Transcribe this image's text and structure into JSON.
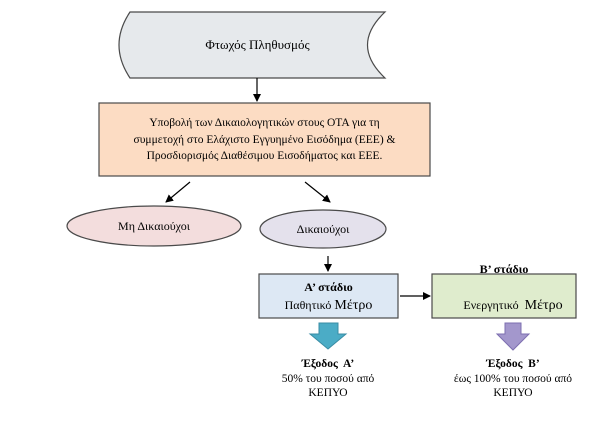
{
  "diagram": {
    "start_node": {
      "label": "Φτωχός Πληθυσμός"
    },
    "process_node": {
      "line1": "Υποβολή των Δικαιολογητικών  στους ΟΤΑ για τη",
      "line2": "συμμετοχή  στο Ελάχιστο Εγγυημένο Εισόδημα (ΕΕΕ)  &",
      "line3": "Προσδιορισμός  Διαθέσιμου Εισοδήματος και ΕΕΕ."
    },
    "not_eligible_node": {
      "label": "Μη Δικαιούχοι"
    },
    "eligible_node": {
      "label": "Δικαιούχοι"
    },
    "stage_a": {
      "title": "Α’ στάδιο",
      "subtitle_prefix": "Παθητικό ",
      "subtitle_word": "Μέτρο"
    },
    "stage_b": {
      "title": "Β’ στάδιο",
      "subtitle_prefix": "Ενεργητικό  ",
      "subtitle_word": "Μέτρο"
    },
    "exit_a": {
      "title": "Έξοδος  Α’",
      "line1": "50% του ποσού από",
      "line2": "ΚΕΠΥΟ"
    },
    "exit_b": {
      "title": "Έξοδος  Β’",
      "line1": "έως 100% του ποσού από",
      "line2": "ΚΕΠΥΟ"
    }
  },
  "colors": {
    "start_fill": "#e6e9ec",
    "process_fill": "#fcdcc3",
    "not_eligible_fill": "#f3dddd",
    "eligible_fill": "#e4e1ec",
    "stage_a_fill": "#dde8f4",
    "stage_b_fill": "#dfeccd",
    "exit_a_arrow": "#4bacc6",
    "exit_b_arrow": "#a397cc",
    "stroke": "#4a4a4a"
  }
}
